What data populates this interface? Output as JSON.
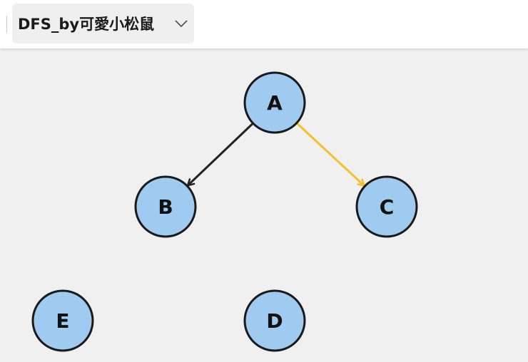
{
  "header": {
    "title": "DFS_by可愛小松鼠",
    "dropdown_icon": "chevron-down-icon"
  },
  "graph": {
    "nodes": [
      {
        "id": "A",
        "label": "A"
      },
      {
        "id": "B",
        "label": "B"
      },
      {
        "id": "C",
        "label": "C"
      },
      {
        "id": "D",
        "label": "D"
      },
      {
        "id": "E",
        "label": "E"
      }
    ],
    "edges": [
      {
        "from": "A",
        "to": "B",
        "color": "#222222"
      },
      {
        "from": "A",
        "to": "C",
        "color": "#f5c02a"
      }
    ],
    "colors": {
      "node_fill": "#9fcbf0",
      "node_stroke": "#1a1a1a",
      "background": "#f0f0f0"
    }
  }
}
